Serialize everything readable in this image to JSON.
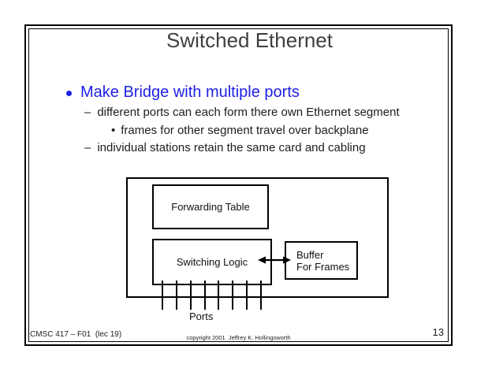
{
  "slide": {
    "title": "Switched Ethernet",
    "bullets": {
      "dash": "–",
      "dot": "•",
      "main": "Make Bridge with multiple ports",
      "sub1": "different ports can each form there own Ethernet segment",
      "subsub1": "frames for other segment travel over backplane",
      "sub2": "individual stations retain the same card and cabling"
    },
    "diagram": {
      "forwarding_table_label": "Forwarding Table",
      "switching_logic_label": "Switching Logic",
      "buffer_line1": "Buffer",
      "buffer_line2": "For Frames",
      "ports_label": "Ports",
      "ports_count": 8
    },
    "footer": {
      "course": "CMSC 417 – F01  (lec 19)",
      "copyright": "copyright 2001  Jeffrey K. Hollingsworth",
      "page": "13"
    },
    "colors": {
      "bullet_blue": "#1e1ee6",
      "title_gray": "#3f3f3f",
      "line_black": "#000000"
    }
  }
}
